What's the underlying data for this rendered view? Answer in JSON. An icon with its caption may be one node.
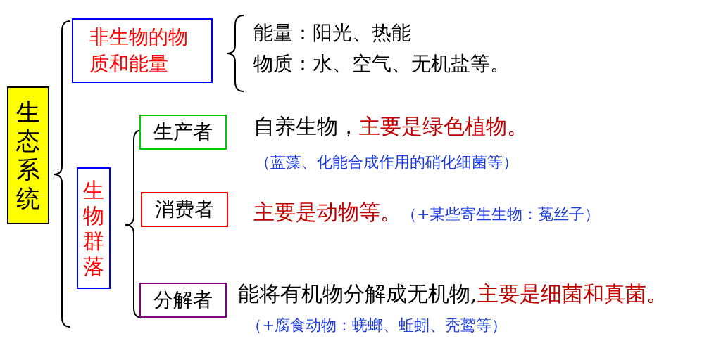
{
  "diagram": {
    "nodes": [
      {
        "text": [
          "生态系统"
        ]
      },
      {
        "text": [
          "非生物的物质和能量"
        ],
        "beside": [
          "能量：阳光、热能",
          "物质：水、空气、无机盐等。"
        ]
      },
      {
        "text": [
          "生物群落"
        ]
      },
      {
        "text": [
          "生产者"
        ],
        "beside": [
          "自养生物，",
          "主要是绿色植物。",
          "（蓝藻、化能合成作用的硝化细菌等）"
        ]
      },
      {
        "text": [
          "消费者"
        ],
        "beside": [
          "主要是动物等。",
          "（+某些寄生生物：菟丝子）"
        ]
      },
      {
        "text": [
          "分解者"
        ],
        "beside": [
          "能将有机物分解成无机物,",
          "主要是细菌和真菌。",
          "（+腐食动物：蜣螂、蚯蚓、秃鹫等）"
        ]
      }
    ],
    "edges": []
  }
}
